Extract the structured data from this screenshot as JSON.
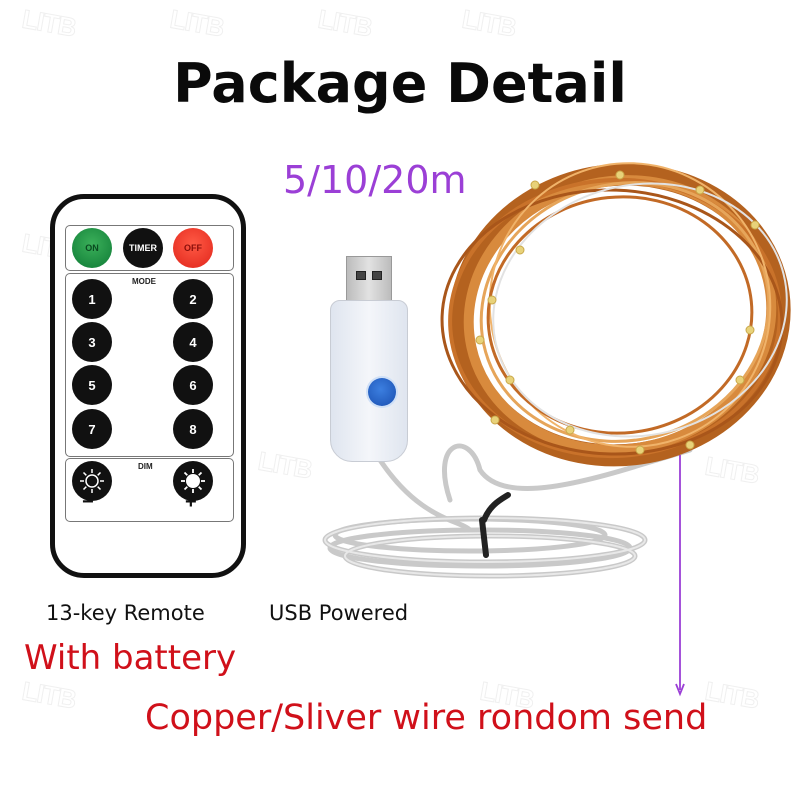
{
  "header": {
    "title": "Package Detail"
  },
  "length_options": "5/10/20m",
  "remote": {
    "top_buttons": [
      {
        "label": "ON",
        "color": "#1a8f42"
      },
      {
        "label": "TIMER",
        "color": "#111111"
      },
      {
        "label": "OFF",
        "color": "#f0321f"
      }
    ],
    "mode_label": "MODE",
    "mode_buttons": [
      "1",
      "2",
      "3",
      "4",
      "5",
      "6",
      "7",
      "8"
    ],
    "dim_label": "DIM",
    "dim_minus": "−",
    "dim_plus": "+",
    "dim_icons": [
      "brightness-down-icon",
      "brightness-up-icon"
    ]
  },
  "captions": {
    "remote": "13-key Remote",
    "usb": "USB Powered",
    "battery": "With battery",
    "wire": "Copper/Sliver wire rondom send"
  },
  "watermark": "LITB",
  "colors": {
    "title": "#0a0a0a",
    "length": "#9b3fd6",
    "red_text": "#d0101a",
    "arrow": "#9b3fd6",
    "copper": "#c8752e"
  }
}
